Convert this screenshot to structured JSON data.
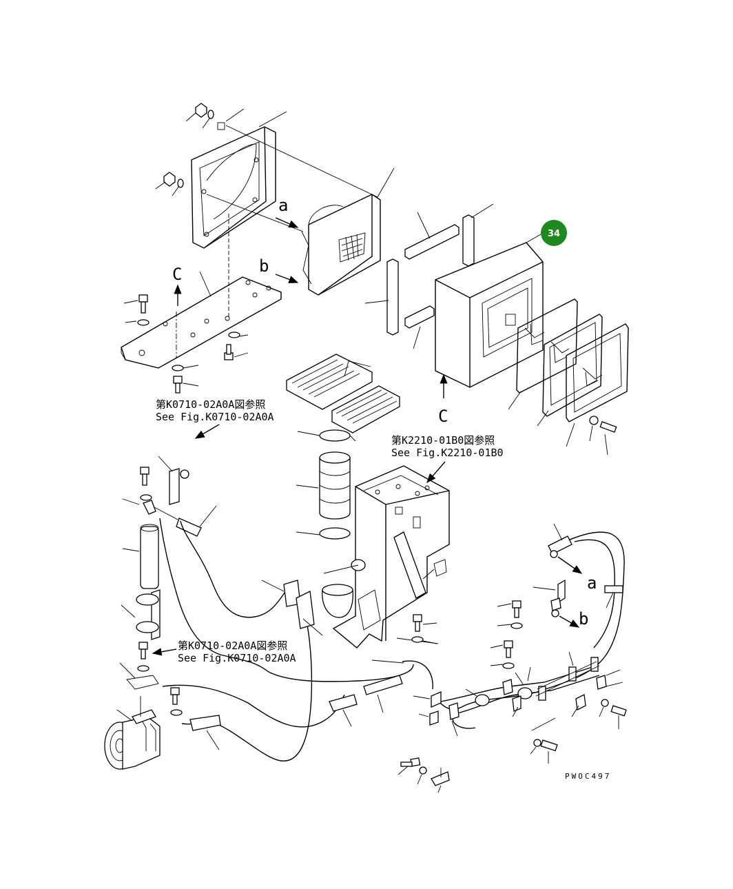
{
  "callout": {
    "number": "34",
    "color": "#1e8a1e"
  },
  "letters": {
    "a": "a",
    "b": "b",
    "c": "C"
  },
  "refs": {
    "ref1_jp": "第K0710-02A0A図参照",
    "ref1_en": "See Fig.K0710-02A0A",
    "ref2_jp": "第K2210-01B0図参照",
    "ref2_en": "See Fig.K2210-01B0",
    "ref3_jp": "第K0710-02A0A図参照",
    "ref3_en": "See Fig.K0710-02A0A"
  },
  "drawing_code": "PWOC497"
}
